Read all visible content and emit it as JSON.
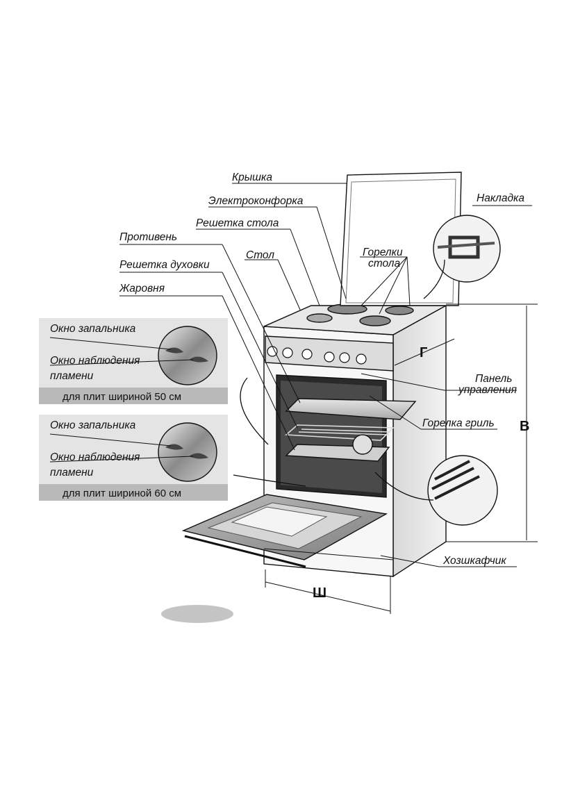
{
  "labels": {
    "lid": "Крышка",
    "electric_hotplate": "Электроконфорка",
    "table_grate": "Решетка стола",
    "baking_tray": "Противень",
    "table": "Стол",
    "table_burners_line1": "Горелки",
    "table_burners_line2": "стола",
    "oven_grate": "Решетка духовки",
    "roasting_pan": "Жаровня",
    "overlay": "Накладка",
    "control_panel_line1": "Панель",
    "control_panel_line2": "управления",
    "grill_burner": "Горелка гриль",
    "storage_drawer": "Хозшкафчик"
  },
  "dimensions": {
    "depth": "Г",
    "height": "В",
    "width": "Ш"
  },
  "insets": [
    {
      "igniter_window": "Окно запальника",
      "flame_window_line1": "Окно наблюдения",
      "flame_window_line2": "пламени",
      "caption": "для плит шириной 50 см"
    },
    {
      "igniter_window": "Окно запальника",
      "flame_window_line1": "Окно наблюдения",
      "flame_window_line2": "пламени",
      "caption": "для плит шириной 60 см"
    }
  ]
}
